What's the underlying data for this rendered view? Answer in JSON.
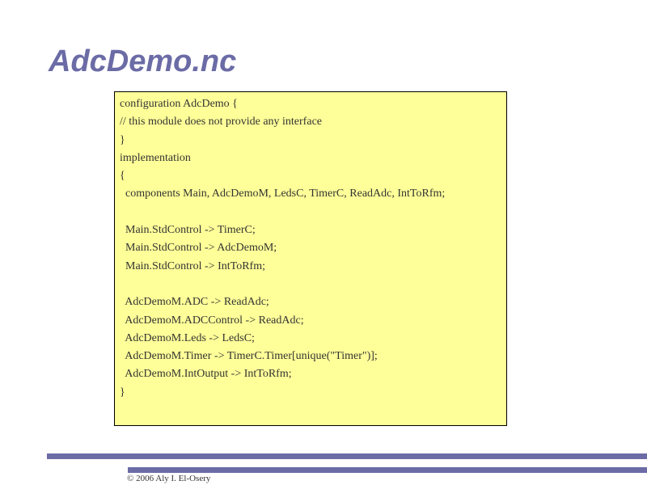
{
  "slide": {
    "title": "AdcDemo.nc",
    "code_lines": [
      "configuration AdcDemo {",
      "// this module does not provide any interface",
      "}",
      "implementation",
      "{",
      "  components Main, AdcDemoM, LedsC, TimerC, ReadAdc, IntToRfm;",
      "",
      "  Main.StdControl -> TimerC;",
      "  Main.StdControl -> AdcDemoM;",
      "  Main.StdControl -> IntToRfm;",
      "",
      "  AdcDemoM.ADC -> ReadAdc;",
      "  AdcDemoM.ADCControl -> ReadAdc;",
      "  AdcDemoM.Leds -> LedsC;",
      "  AdcDemoM.Timer -> TimerC.Timer[unique(\"Timer\")];",
      "  AdcDemoM.IntOutput -> IntToRfm;",
      "}"
    ]
  },
  "footer": {
    "copyright": "© 2006 Aly I. El-Osery"
  },
  "colors": {
    "accent": "#6b6ba6",
    "code_background": "#ffff99",
    "text": "#333333"
  }
}
